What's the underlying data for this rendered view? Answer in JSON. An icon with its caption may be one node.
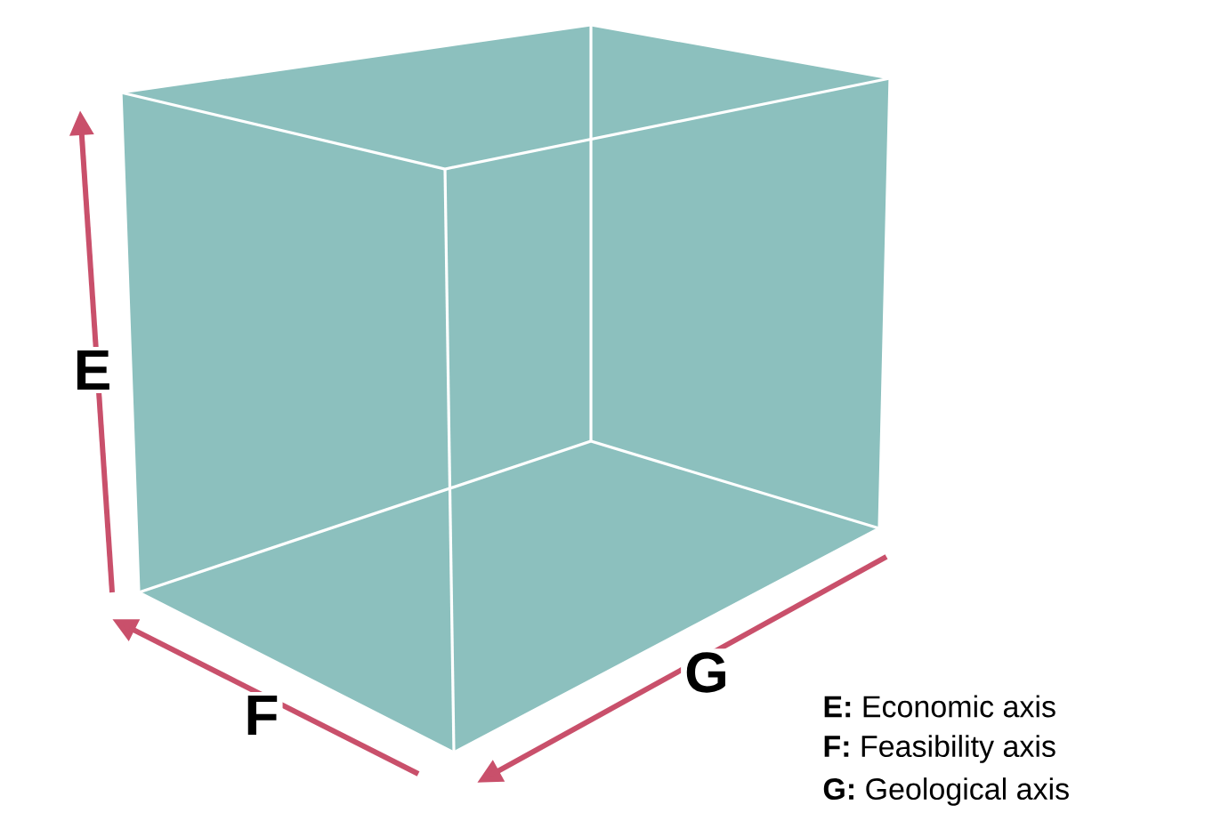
{
  "diagram": {
    "labels": [
      "E",
      "F",
      "G",
      "**E:**  Economic axis",
      "**F:**  Feasibility axis",
      "**G:**  Geological axis"
    ]
  }
}
